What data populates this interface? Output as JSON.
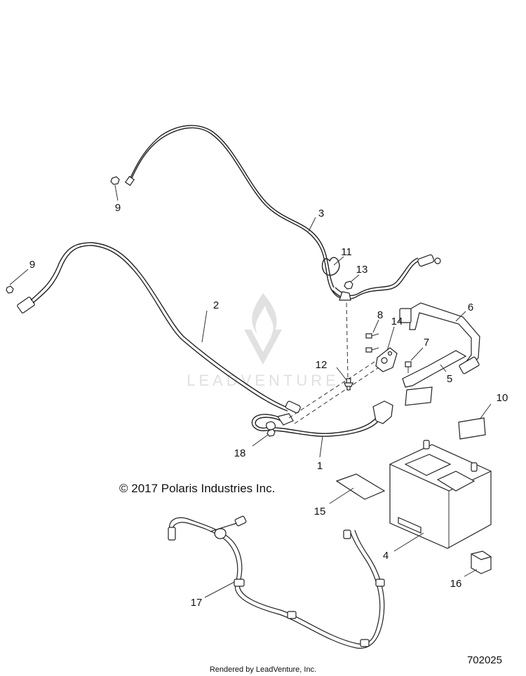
{
  "copyright": "© 2017 Polaris Industries Inc.",
  "footer": "Rendered by LeadVenture, Inc.",
  "diagram_number": "702025",
  "watermark": "LEADVENTURE",
  "callouts": {
    "c1": "1",
    "c2": "2",
    "c3": "3",
    "c4": "4",
    "c5": "5",
    "c6": "6",
    "c7": "7",
    "c8": "8",
    "c9a": "9",
    "c9b": "9",
    "c10": "10",
    "c11": "11",
    "c12": "12",
    "c13": "13",
    "c14": "14",
    "c15": "15",
    "c16": "16",
    "c17": "17",
    "c18": "18"
  }
}
